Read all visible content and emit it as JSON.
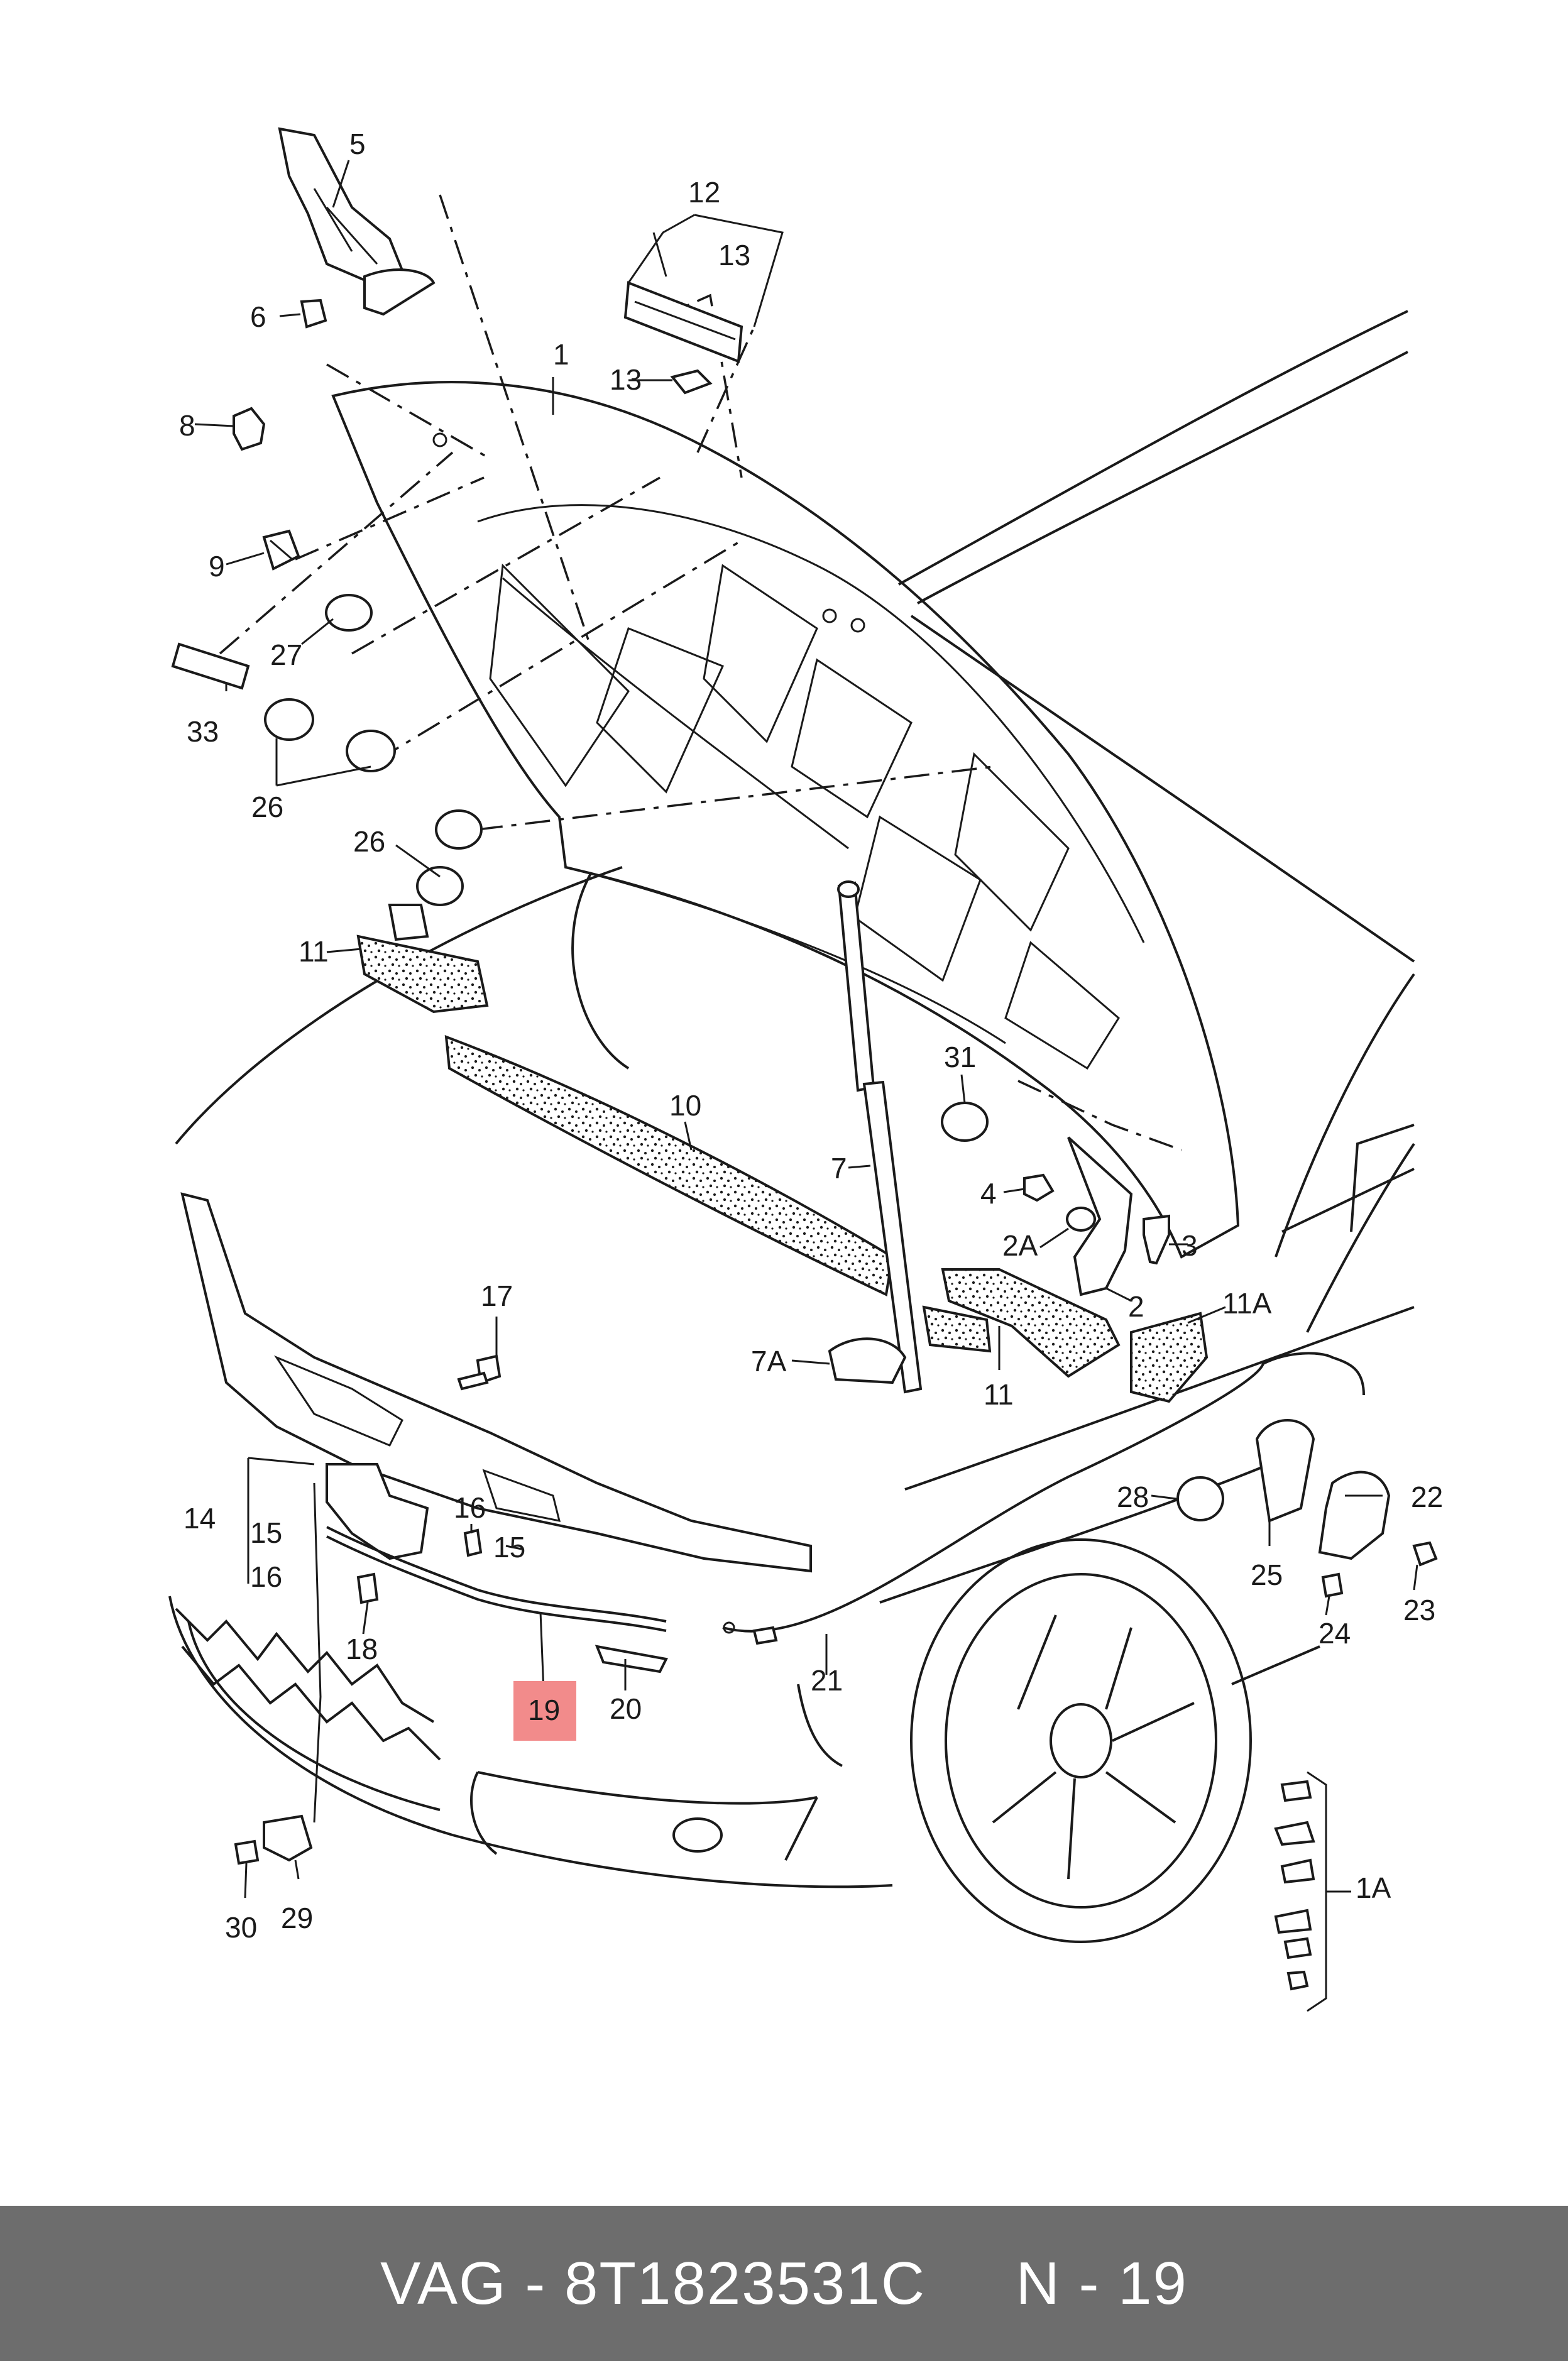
{
  "diagram": {
    "labels": {
      "l1": "1",
      "l2": "2",
      "l2a": "2A",
      "l3": "3",
      "l4": "4",
      "l5": "5",
      "l6": "6",
      "l7": "7",
      "l7a": "7A",
      "l8": "8",
      "l9": "9",
      "l10": "10",
      "l11a": "11",
      "l11b": "11",
      "l11A": "11A",
      "l12": "12",
      "l13a": "13",
      "l13b": "13",
      "l14": "14",
      "l15a": "15",
      "l15b": "15",
      "l16a": "16",
      "l16b": "16",
      "l17": "17",
      "l18": "18",
      "l19": "19",
      "l20": "20",
      "l21": "21",
      "l22": "22",
      "l23": "23",
      "l24": "24",
      "l25": "25",
      "l26a": "26",
      "l26b": "26",
      "l27": "27",
      "l28": "28",
      "l29": "29",
      "l30": "30",
      "l31": "31",
      "l33": "33",
      "l1A": "1A"
    },
    "highlight_color": "#f28b8b"
  },
  "footer": {
    "text": "VAG - 8T1823531C     N - 19",
    "background": "#6d6d6d"
  }
}
